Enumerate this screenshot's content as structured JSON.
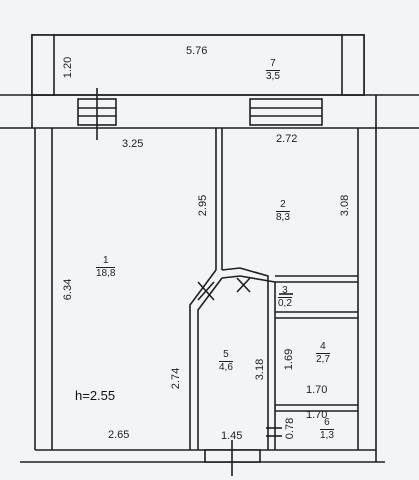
{
  "plan": {
    "ceiling_height": "h=2.55",
    "dimensions": {
      "balcony_width": "5.76",
      "balcony_depth": "1.20",
      "room1_top": "3.25",
      "room1_left": "6.34",
      "room1_bottom": "2.65",
      "room2_top": "2.72",
      "room2_left": "2.95",
      "room2_right": "3.08",
      "hall_left": "2.74",
      "hall_right": "3.18",
      "hall_bottom": "1.45",
      "room4_left": "1.69",
      "room4_bottom": "1.70",
      "room6_top": "1.70",
      "room6_left": "0.78"
    },
    "rooms": [
      {
        "number": "1",
        "area": "18,8"
      },
      {
        "number": "2",
        "area": "8,3"
      },
      {
        "number": "3",
        "area": "0,2"
      },
      {
        "number": "4",
        "area": "2,7"
      },
      {
        "number": "5",
        "area": "4,6"
      },
      {
        "number": "6",
        "area": "1,3"
      },
      {
        "number": "7",
        "area": "3,5"
      }
    ]
  }
}
